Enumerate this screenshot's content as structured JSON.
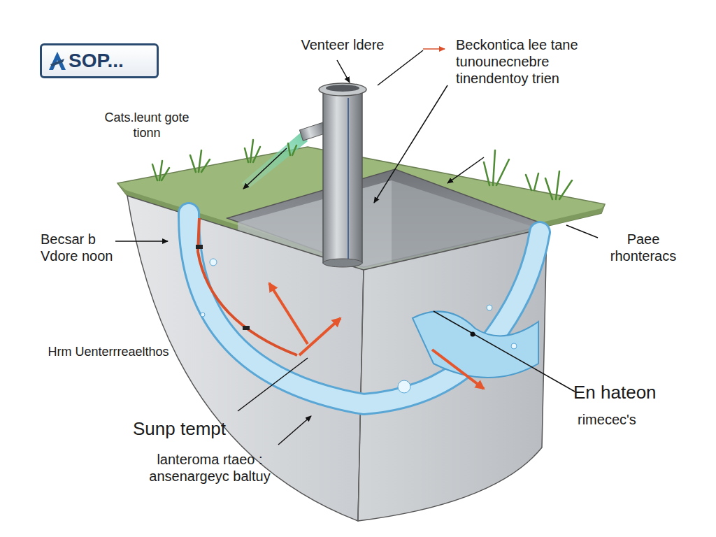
{
  "diagram": {
    "nodes": [
      {
        "text": [
          "SOP..."
        ]
      }
    ],
    "labels": [
      "Venteer ldere",
      "Beckontica lee tane tunounecnebre tinendentoy trien",
      "Cats.leunt gote tionn",
      "Becsar b Vdore noon",
      "Paee rhonteracs",
      "Hrm Uenterrreaelthos",
      "En hateon",
      "rimecec's",
      "Sunp tempt",
      "lanteroma rtaeo : ansenargeyc baltuy"
    ]
  }
}
